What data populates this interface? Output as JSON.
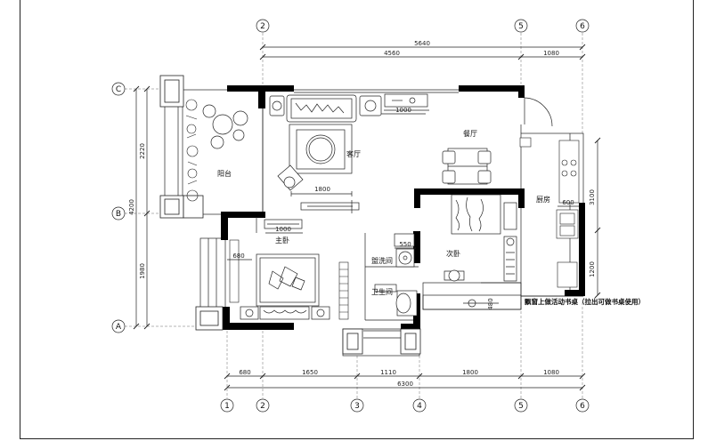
{
  "axes_top": [
    "2",
    "5",
    "6"
  ],
  "axes_bottom": [
    "1",
    "2",
    "3",
    "4",
    "5",
    "6"
  ],
  "axes_left": [
    "C",
    "B",
    "A"
  ],
  "dims_top": {
    "total": "5640",
    "seg1": "4560",
    "seg2": "1080"
  },
  "dims_bottom": {
    "d1": "680",
    "d2": "1650",
    "d3": "1110",
    "d4": "1800",
    "d5": "1080",
    "total": "6300"
  },
  "dims_left": {
    "upper": "2220",
    "lower": "1980",
    "total": "4200"
  },
  "dims_right": {
    "upper": "3100",
    "lower": "1200"
  },
  "dims_inner": {
    "balcony_width": "680",
    "sofa_gap": "1000",
    "tv_wall": "1800",
    "master_door": "1000",
    "basin": "550",
    "kitchen_counter": "600",
    "desk_depth": "480"
  },
  "rooms": {
    "living": "客厅",
    "dining": "餐厅",
    "balcony": "阳台",
    "master_bedroom": "主卧",
    "second_bedroom": "次卧",
    "kitchen": "厨房",
    "washroom": "盥洗间",
    "toilet": "卫生间"
  },
  "note": "飘窗上做活动书桌（拉出可做书桌使用）"
}
